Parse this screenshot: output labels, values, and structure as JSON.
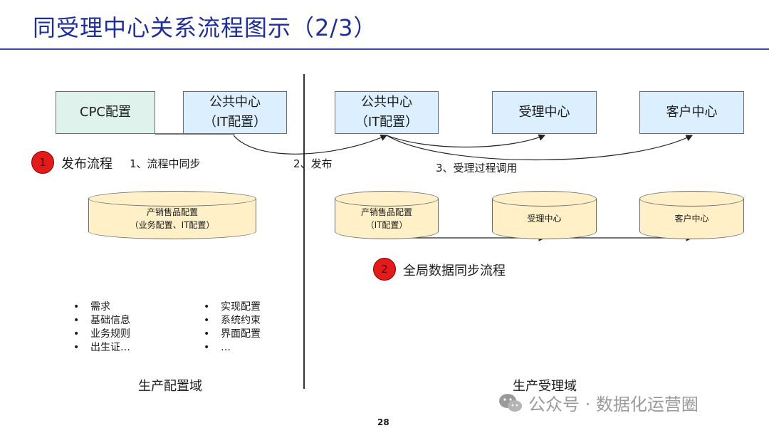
{
  "title": "同受理中心关系流程图示（2/3）",
  "boxes": {
    "cpc": "CPC配置",
    "public_left_line1": "公共中心",
    "public_left_line2": "（IT配置）",
    "public_right_line1": "公共中心",
    "public_right_line2": "（IT配置）",
    "acceptance": "受理中心",
    "customer": "客户中心"
  },
  "flow1": {
    "badge": "1",
    "label": "发布流程",
    "step1": "1、流程中同步",
    "step2": "2、发布",
    "step3": "3、受理过程调用"
  },
  "cylinders": {
    "left_line1": "产销售品配置",
    "left_line2": "（业务配置、IT配置）",
    "right_line1": "产销售品配置",
    "right_line2": "（IT配置）",
    "acceptance": "受理中心",
    "customer": "客户中心"
  },
  "flow2": {
    "badge": "2",
    "label": "全局数据同步流程"
  },
  "lists": {
    "left": [
      "需求",
      "基础信息",
      "业务规则",
      "出生证…"
    ],
    "right": [
      "实现配置",
      "系统约束",
      "界面配置",
      "…"
    ]
  },
  "domains": {
    "left": "生产配置域",
    "right": "生产受理域"
  },
  "page_number": "28",
  "watermark": "公众号 · 数据化运营圈",
  "colors": {
    "title": "#1f2f9a",
    "box_green": "#dff3ec",
    "box_blue": "#dcefff",
    "cylinder": "#fff0c8",
    "badge": "#e31b1b"
  }
}
